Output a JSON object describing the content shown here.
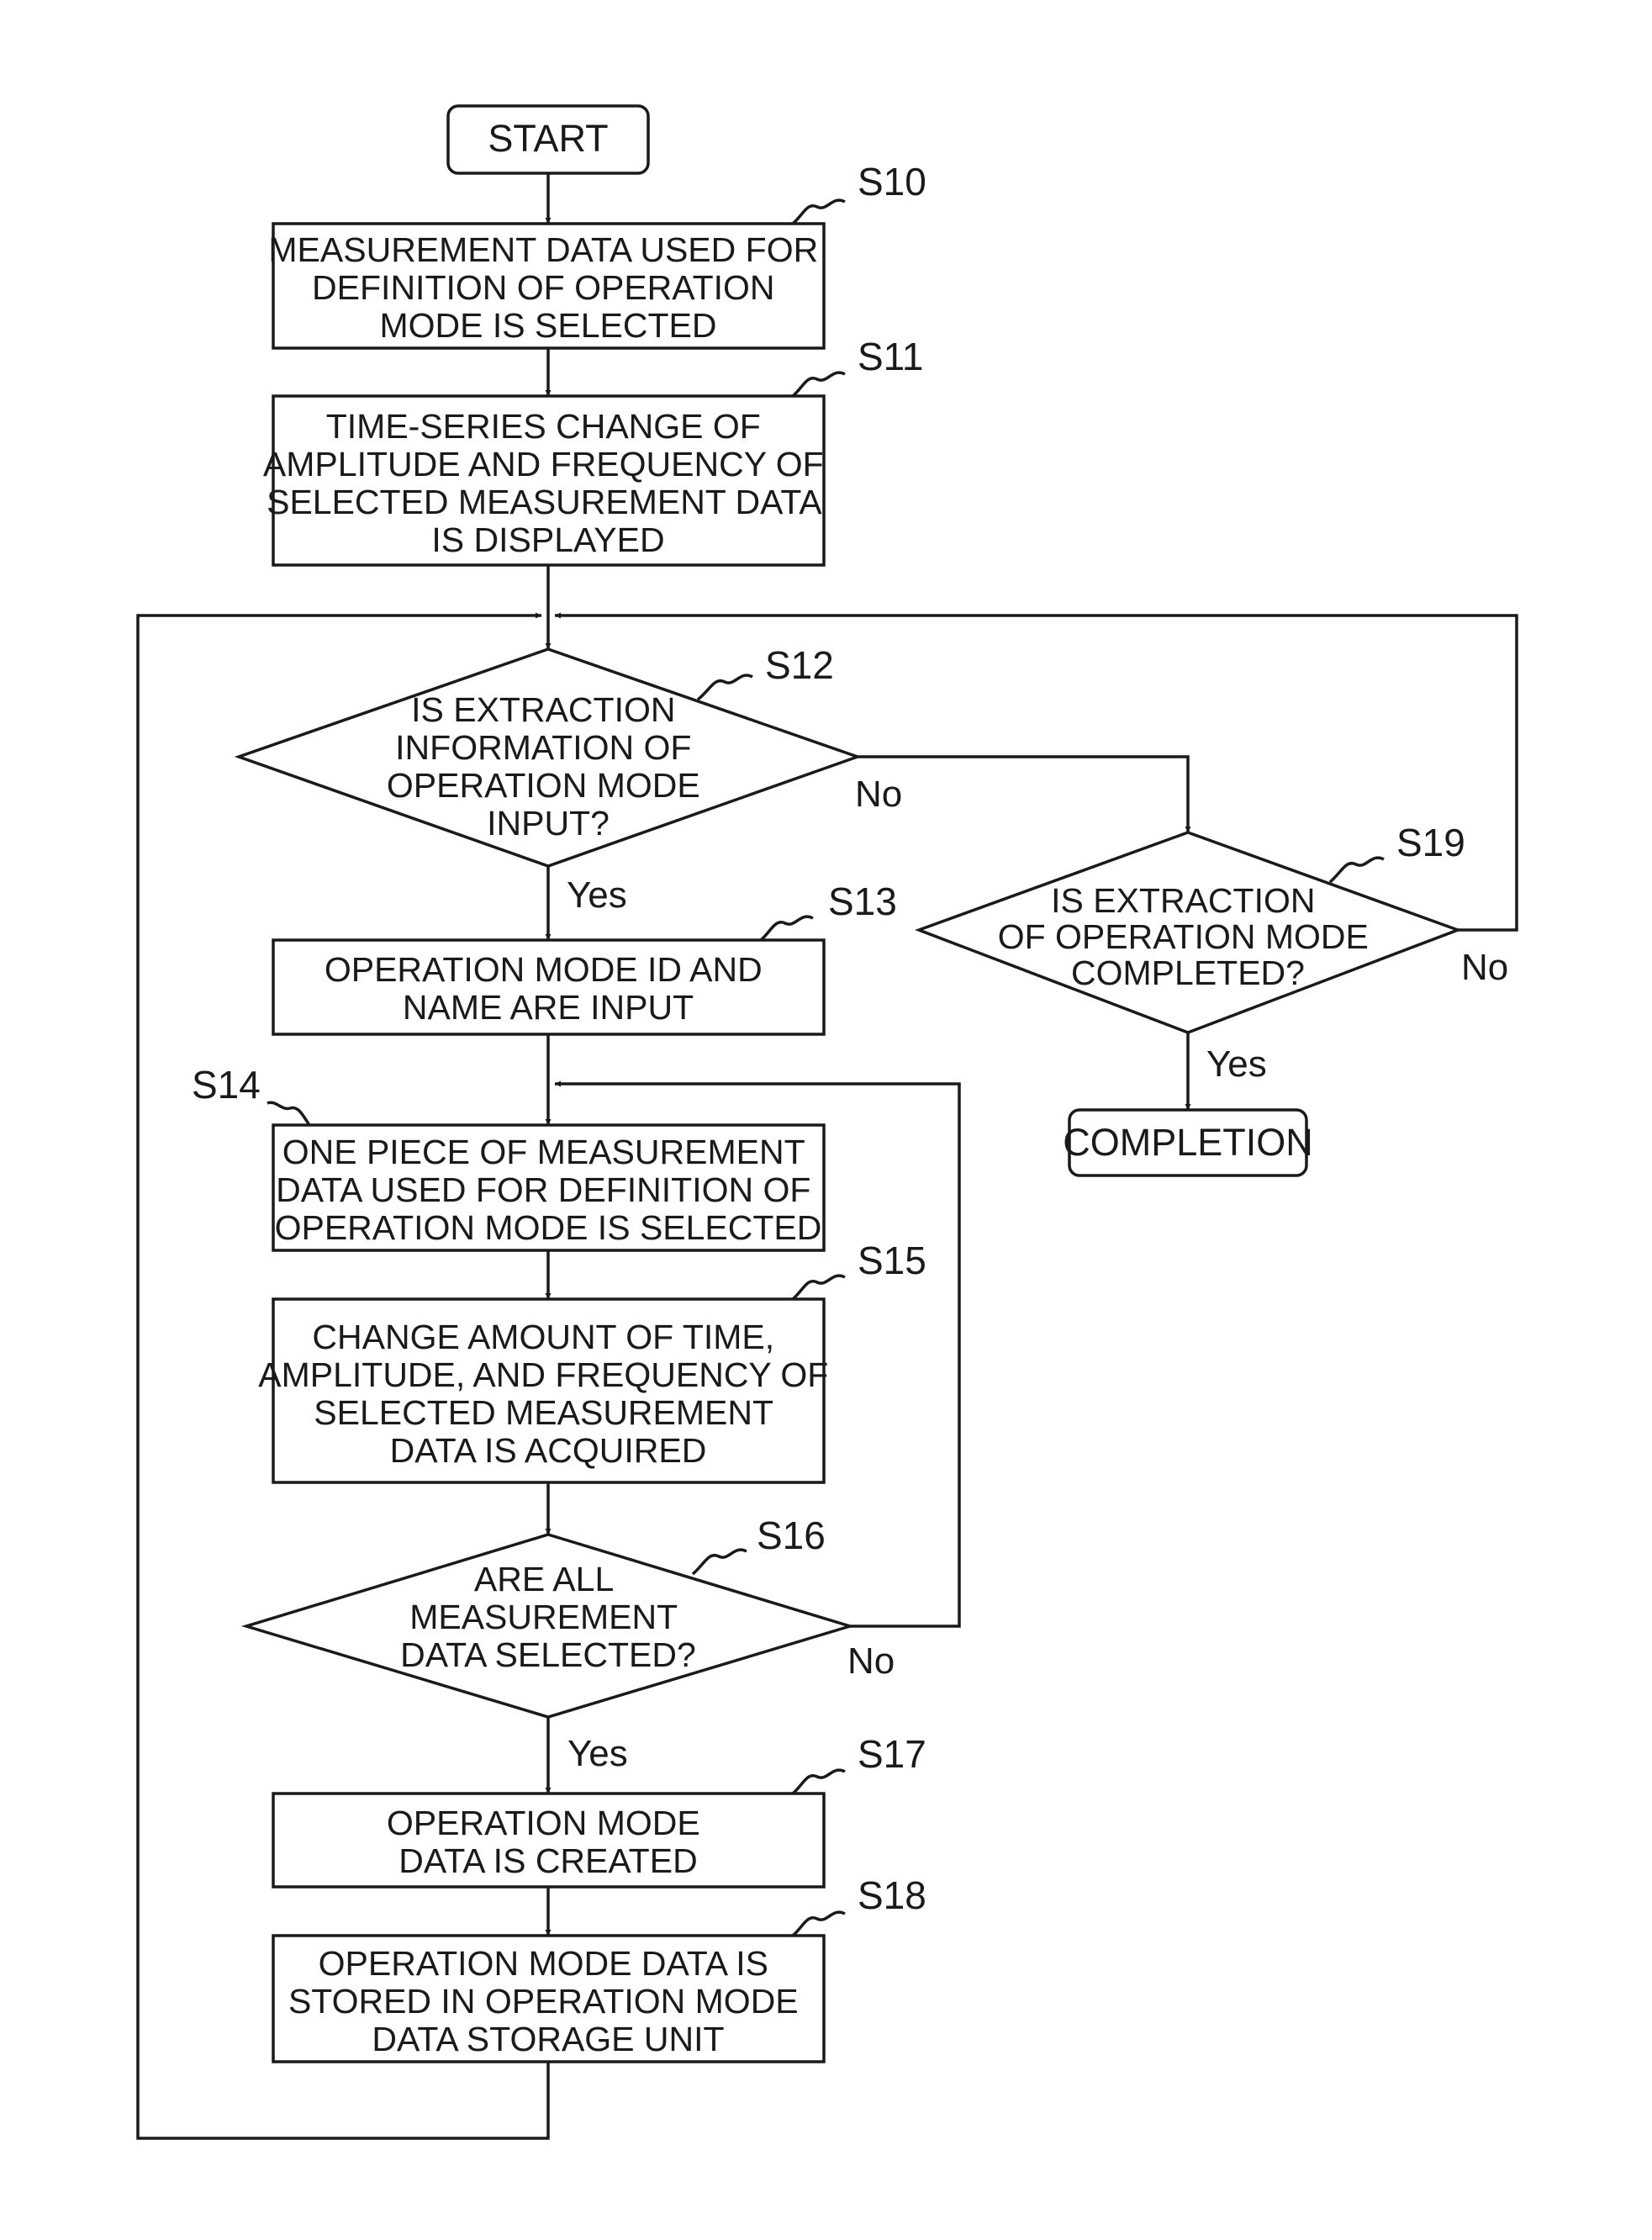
{
  "terminals": {
    "start": "START",
    "completion": "COMPLETION"
  },
  "steps": {
    "s10": {
      "id": "S10",
      "lines": [
        "MEASUREMENT DATA USED FOR",
        "DEFINITION OF OPERATION",
        "MODE IS SELECTED"
      ]
    },
    "s11": {
      "id": "S11",
      "lines": [
        "TIME-SERIES CHANGE OF",
        "AMPLITUDE AND FREQUENCY OF",
        "SELECTED MEASUREMENT DATA",
        "IS DISPLAYED"
      ]
    },
    "s12": {
      "id": "S12",
      "lines": [
        "IS EXTRACTION",
        "INFORMATION OF",
        "OPERATION MODE",
        "INPUT?"
      ]
    },
    "s13": {
      "id": "S13",
      "lines": [
        "OPERATION MODE ID AND",
        "NAME ARE INPUT"
      ]
    },
    "s14": {
      "id": "S14",
      "lines": [
        "ONE PIECE OF MEASUREMENT",
        "DATA USED FOR DEFINITION OF",
        "OPERATION MODE IS SELECTED"
      ]
    },
    "s15": {
      "id": "S15",
      "lines": [
        "CHANGE AMOUNT OF TIME,",
        "AMPLITUDE, AND FREQUENCY OF",
        "SELECTED MEASUREMENT",
        "DATA IS ACQUIRED"
      ]
    },
    "s16": {
      "id": "S16",
      "lines": [
        "ARE ALL",
        "MEASUREMENT",
        "DATA SELECTED?"
      ]
    },
    "s17": {
      "id": "S17",
      "lines": [
        "OPERATION MODE",
        "DATA IS CREATED"
      ]
    },
    "s18": {
      "id": "S18",
      "lines": [
        "OPERATION MODE DATA IS",
        "STORED IN OPERATION MODE",
        "DATA STORAGE UNIT"
      ]
    },
    "s19": {
      "id": "S19",
      "lines": [
        "IS EXTRACTION",
        "OF OPERATION MODE",
        "COMPLETED?"
      ]
    }
  },
  "branches": {
    "s12_yes": "Yes",
    "s12_no": "No",
    "s16_yes": "Yes",
    "s16_no": "No",
    "s19_yes": "Yes",
    "s19_no": "No"
  }
}
